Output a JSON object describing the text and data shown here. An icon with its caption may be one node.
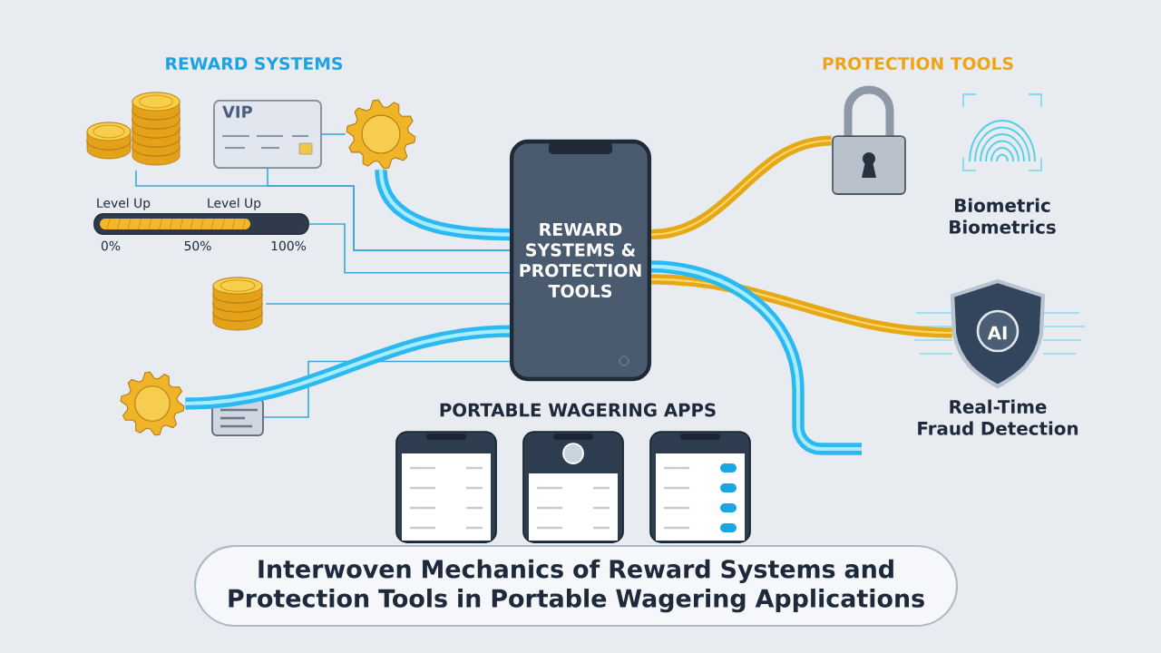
{
  "diagram": {
    "title": "Interwoven Mechanics of Reward Systems and Protection Tools in Portable Wagering Applications",
    "nodes": [
      {
        "text": [
          "REWARD SYSTEMS & PROTECTION TOOLS"
        ]
      },
      {
        "text": [],
        "shape": "picture"
      },
      {
        "text": [
          "VIP"
        ]
      },
      {
        "text": [],
        "shape": "bar",
        "beside": [
          "Level Up",
          "Level Up",
          "0%",
          "50%",
          "100%"
        ]
      },
      {
        "text": [],
        "shape": "picture"
      },
      {
        "text": [],
        "shape": "picture"
      },
      {
        "text": [],
        "shape": "picture"
      },
      {
        "text": [],
        "shape": "picture"
      },
      {
        "text": [],
        "shape": "picture"
      },
      {
        "text": [
          "Biometric Biometrics"
        ]
      },
      {
        "text": [
          "AI",
          "Real-Time Fraud Detection"
        ]
      },
      {
        "text": [],
        "shape": "picture"
      },
      {
        "text": [],
        "shape": "picture"
      },
      {
        "text": [],
        "shape": "picture"
      }
    ],
    "edges": [
      {
        "from": 2,
        "to": 4,
        "arrow": "none"
      },
      {
        "from": 1,
        "to": 0,
        "arrow": "none"
      },
      {
        "from": 2,
        "to": 0,
        "arrow": "none"
      },
      {
        "from": 3,
        "to": 0,
        "arrow": "none"
      },
      {
        "from": 4,
        "to": 0,
        "arrow": "none",
        "style": "thick",
        "color": "#2cb8f0"
      },
      {
        "from": 5,
        "to": 0,
        "arrow": "none"
      },
      {
        "from": 6,
        "to": 0,
        "arrow": "none"
      },
      {
        "from": 7,
        "to": 0,
        "arrow": "none",
        "style": "thick",
        "color": "#2cb8f0"
      },
      {
        "from": 0,
        "to": 8,
        "arrow": "none",
        "style": "thick",
        "color": "#e6a817"
      },
      {
        "from": 0,
        "to": 10,
        "arrow": "none",
        "style": "thick",
        "color": "#e6a817"
      },
      {
        "from": 0,
        "to": null,
        "arrow": "none",
        "style": "thick",
        "color": "#2cb8f0"
      }
    ],
    "labels": [
      "REWARD SYSTEMS",
      "PROTECTION TOOLS",
      "PORTABLE WAGERING APPS"
    ]
  }
}
